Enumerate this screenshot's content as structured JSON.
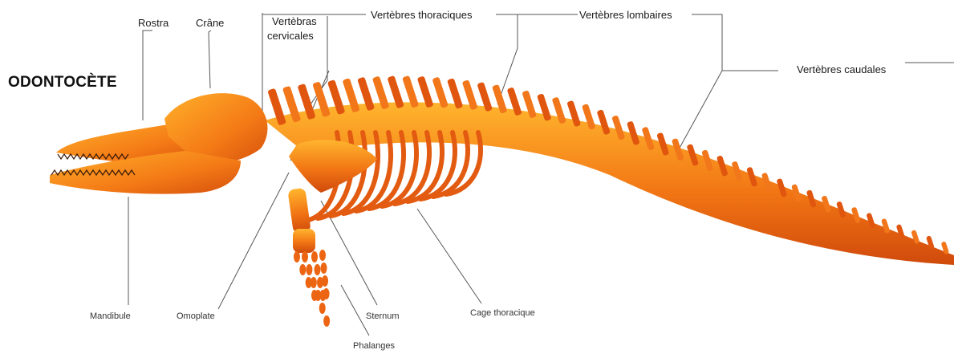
{
  "diagram": {
    "title": "ODONTOCÈTE",
    "labels": {
      "rostra": "Rostra",
      "crane": "Crâne",
      "vert_cervicales_1": "Vertèbras",
      "vert_cervicales_2": "cervicales",
      "vert_thoraciques": "Vertèbres thoraciques",
      "vert_lombaires": "Vertèbres lombaires",
      "vert_caudales": "Vertèbres caudales",
      "mandibule": "Mandibule",
      "omoplate": "Omoplate",
      "sternum": "Sternum",
      "phalanges": "Phalanges",
      "cage_thoracique": "Cage thoracique"
    },
    "colors": {
      "bone_light": "#ffa321",
      "bone_mid": "#f26a12",
      "bone_dark": "#c83a0a",
      "leader_line": "#555555",
      "text": "#1a1a1a"
    }
  }
}
